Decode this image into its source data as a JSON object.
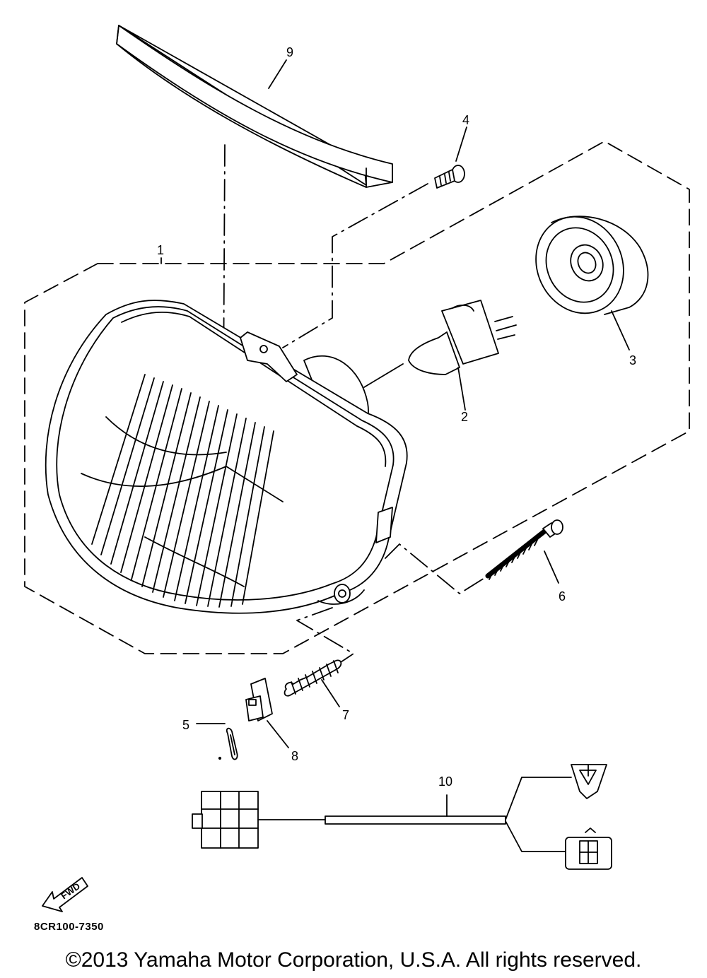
{
  "callouts": {
    "p1": "1",
    "p2": "2",
    "p3": "3",
    "p4": "4",
    "p5": "5",
    "p6": "6",
    "p7": "7",
    "p8": "8",
    "p9": "9",
    "p10": "10"
  },
  "fwd_arrow_label": "FWD",
  "diagram_code": "8CR100-7350",
  "copyright": "©2013 Yamaha Motor Corporation, U.S.A. All rights reserved."
}
